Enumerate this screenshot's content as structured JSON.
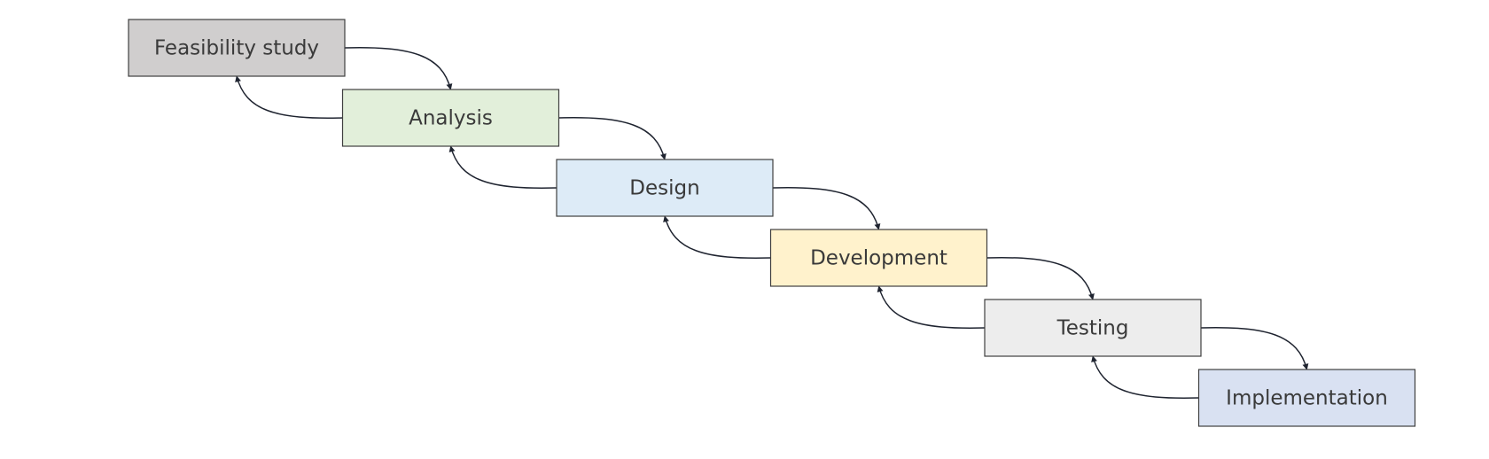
{
  "stages": [
    {
      "label": "Feasibility study",
      "fill": "#d0cece"
    },
    {
      "label": "Analysis",
      "fill": "#e2efda"
    },
    {
      "label": "Design",
      "fill": "#ddebf7"
    },
    {
      "label": "Development",
      "fill": "#fff2cc"
    },
    {
      "label": "Testing",
      "fill": "#ededed"
    },
    {
      "label": "Implementation",
      "fill": "#d9e1f2"
    }
  ],
  "colors": {
    "border": "#3f3f3f",
    "arrow": "#1f2430",
    "text": "#3a3a3a"
  }
}
